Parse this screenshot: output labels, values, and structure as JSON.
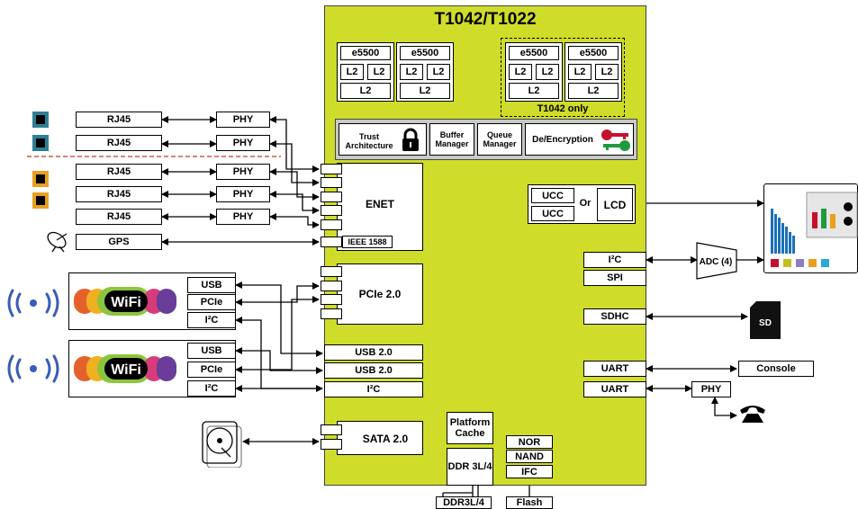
{
  "chip": {
    "title": "T1042/T1022",
    "core_label": "e5500",
    "l2_label": "L2",
    "t1042_only": "T1042 only",
    "trust_architecture": "Trust Architecture",
    "buffer_manager": "Buffer Manager",
    "queue_manager": "Queue Manager",
    "de_encryption": "De/Encryption",
    "enet": "ENET",
    "ieee1588": "IEEE 1588",
    "pcie20": "PCIe 2.0",
    "usb20_a": "USB 2.0",
    "usb20_b": "USB 2.0",
    "i2c_left": "I²C",
    "sata20": "SATA 2.0",
    "platform_cache": "Platform Cache",
    "ddr": "DDR 3L/4",
    "nor": "NOR",
    "nand": "NAND",
    "ifc": "IFC",
    "ucc_a": "UCC",
    "ucc_b": "UCC",
    "or_label": "Or",
    "lcd": "LCD",
    "i2c_right": "I²C",
    "spi": "SPI",
    "sdhc": "SDHC",
    "uart_a": "UART",
    "uart_b": "UART"
  },
  "external": {
    "rj45": [
      "RJ45",
      "RJ45",
      "RJ45",
      "RJ45",
      "RJ45"
    ],
    "phy": [
      "PHY",
      "PHY",
      "PHY",
      "PHY",
      "PHY"
    ],
    "gps": "GPS",
    "wifi_ports_a": [
      "USB",
      "PCIe",
      "I²C"
    ],
    "wifi_ports_b": [
      "USB",
      "PCIe",
      "I²C"
    ],
    "wifi_logo": "WiFi",
    "adc": "ADC (4)",
    "sd": "SD",
    "console": "Console",
    "uart_phy": "PHY",
    "ddr_mem": "DDR3L/4",
    "flash": "Flash"
  },
  "colors": {
    "chip": "#cfdc2a",
    "grey_panel": "#c8c9cb",
    "divider": "#c0392b",
    "wifi_radio": "#3a5bb8"
  }
}
